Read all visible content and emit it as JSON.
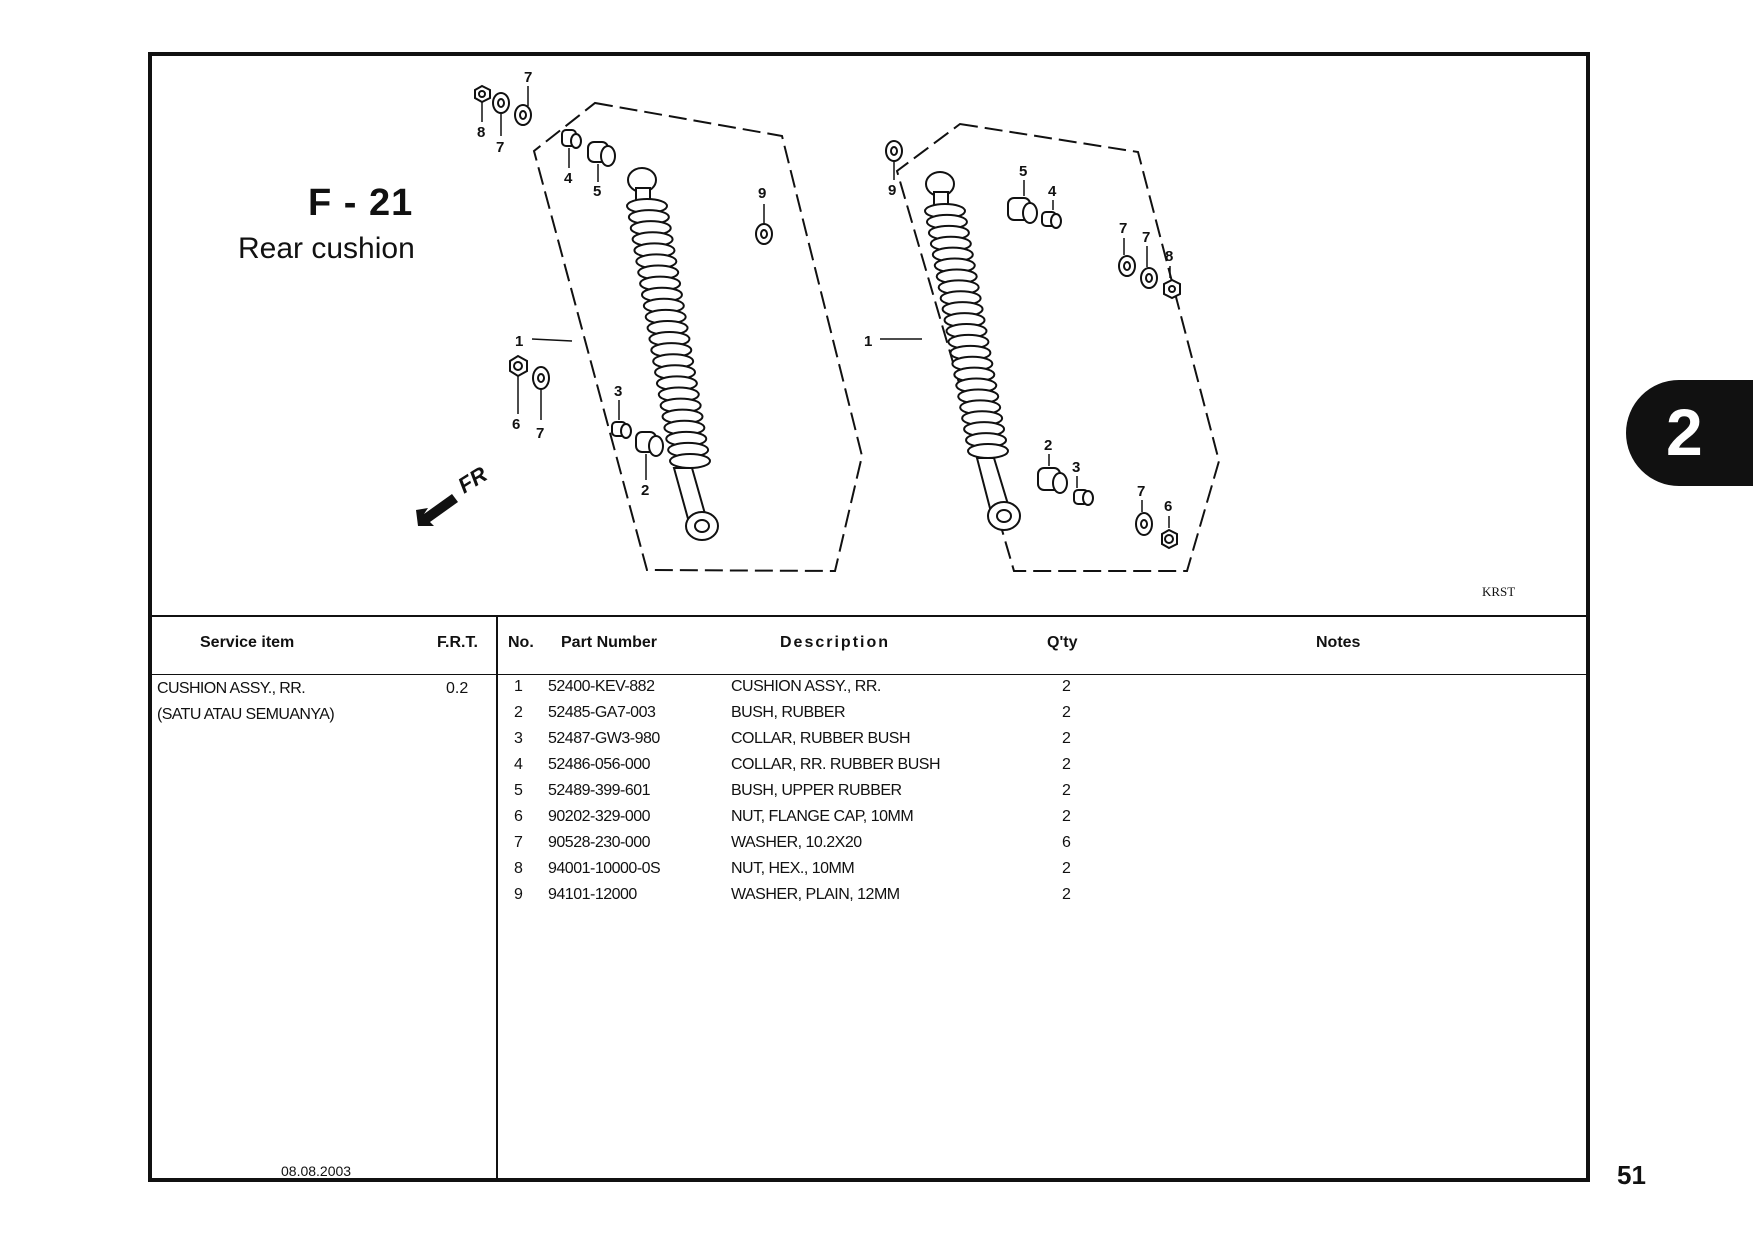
{
  "figure": {
    "code": "F - 21",
    "title": "Rear cushion",
    "diagram_code": "KRST"
  },
  "callouts": [
    "1",
    "2",
    "3",
    "4",
    "5",
    "6",
    "7",
    "8",
    "9",
    "FR"
  ],
  "table_headers": {
    "service_item": "Service item",
    "frt": "F.R.T.",
    "no": "No.",
    "part_number": "Part Number",
    "description": "Description",
    "qty": "Q'ty",
    "notes": "Notes"
  },
  "service": {
    "name": "CUSHION ASSY., RR.",
    "subtitle": "(SATU ATAU SEMUANYA)",
    "frt": "0.2"
  },
  "parts": [
    {
      "no": "1",
      "part": "52400-KEV-882",
      "desc": "CUSHION ASSY., RR.",
      "qty": "2"
    },
    {
      "no": "2",
      "part": "52485-GA7-003",
      "desc": "BUSH, RUBBER",
      "qty": "2"
    },
    {
      "no": "3",
      "part": "52487-GW3-980",
      "desc": "COLLAR, RUBBER BUSH",
      "qty": "2"
    },
    {
      "no": "4",
      "part": "52486-056-000",
      "desc": "COLLAR, RR. RUBBER BUSH",
      "qty": "2"
    },
    {
      "no": "5",
      "part": "52489-399-601",
      "desc": "BUSH, UPPER RUBBER",
      "qty": "2"
    },
    {
      "no": "6",
      "part": "90202-329-000",
      "desc": "NUT, FLANGE CAP, 10MM",
      "qty": "2"
    },
    {
      "no": "7",
      "part": "90528-230-000",
      "desc": "WASHER, 10.2X20",
      "qty": "6"
    },
    {
      "no": "8",
      "part": "94001-10000-0S",
      "desc": "NUT, HEX., 10MM",
      "qty": "2"
    },
    {
      "no": "9",
      "part": "94101-12000",
      "desc": "WASHER, PLAIN, 12MM",
      "qty": "2"
    }
  ],
  "footer": {
    "date": "08.08.2003",
    "page": "51",
    "chapter": "2"
  }
}
